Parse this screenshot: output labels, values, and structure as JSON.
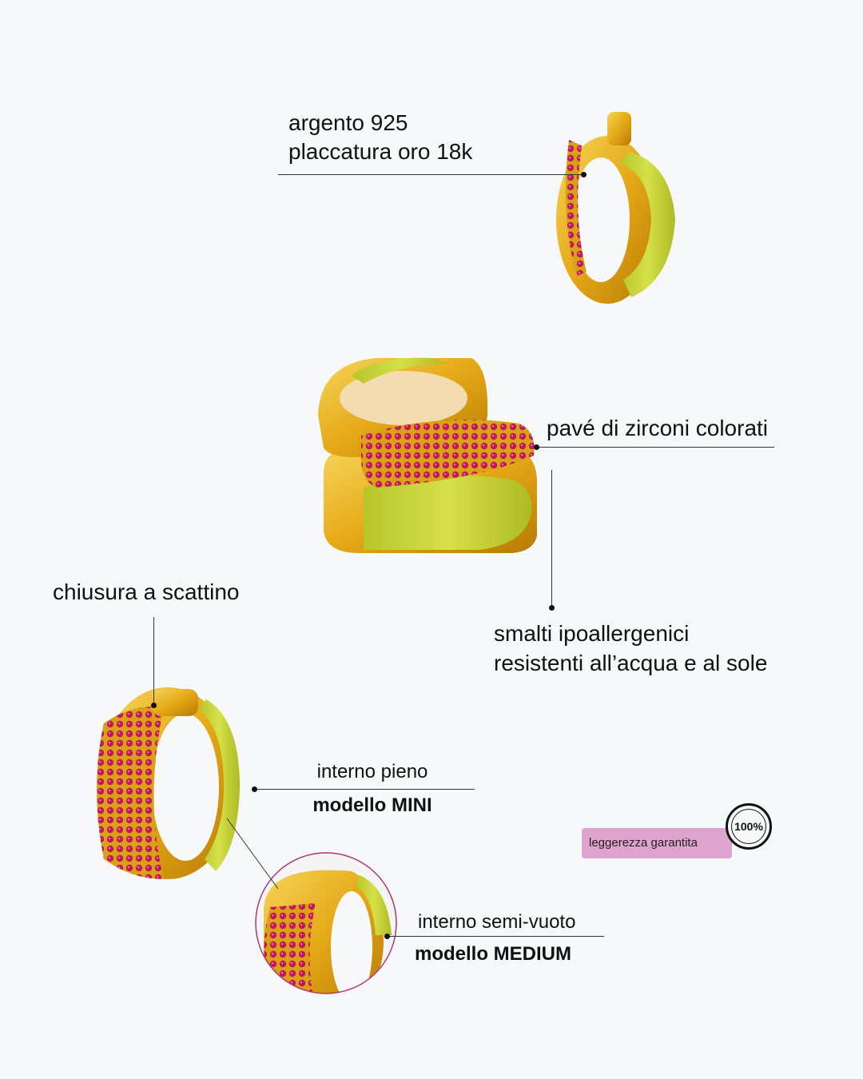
{
  "features": {
    "metal_line1": "argento 925",
    "metal_line2": "placcatura oro 18k",
    "pave": "pavé di zirconi colorati",
    "enamel_line1": "smalti ipoallergenici",
    "enamel_line2": "resistenti all’acqua e al sole",
    "clasp": "chiusura a scattino",
    "mini_interior": "interno pieno",
    "mini_model": "modello MINI",
    "medium_interior": "interno semi-vuoto",
    "medium_model": "modello MEDIUM"
  },
  "badge": {
    "text": "leggerezza garantita",
    "percent": "100%"
  },
  "colors": {
    "gold": "#e8b01c",
    "gold_dark": "#b97d08",
    "enamel_yellow": "#c9d63a",
    "zircon_pink": "#c2185b",
    "badge_pink": "#dfa3cf",
    "circle_border": "#b0357a"
  }
}
